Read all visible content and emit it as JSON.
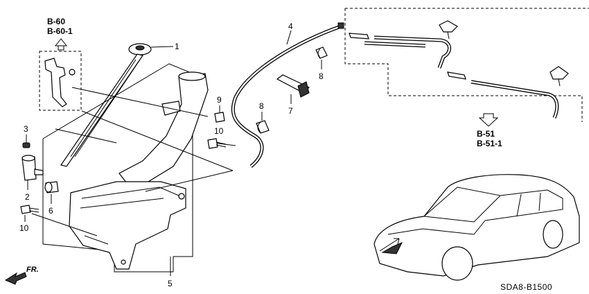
{
  "callouts": {
    "c1": "1",
    "c2": "2",
    "c3": "3",
    "c4": "4",
    "c5": "5",
    "c6": "6",
    "c7": "7",
    "c8a": "8",
    "c8b": "8",
    "c9": "9",
    "c10a": "10",
    "c10b": "10"
  },
  "refs": {
    "top_left_a": "B-60",
    "top_left_b": "B-60-1",
    "right_a": "B-51",
    "right_b": "B-51-1"
  },
  "direction": "FR.",
  "diagram_code": "SDA8-B1500"
}
